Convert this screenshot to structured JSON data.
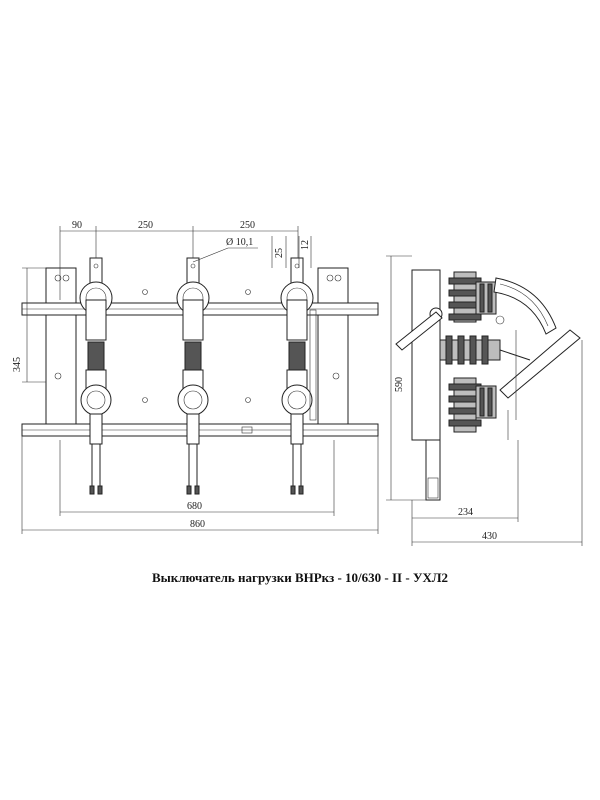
{
  "dimensions": {
    "d90": "90",
    "d250a": "250",
    "d250b": "250",
    "dia": "Ø 10,1",
    "d25": "25",
    "d12": "12",
    "d345": "345",
    "d680": "680",
    "d860": "860",
    "d590": "590",
    "d234": "234",
    "d430": "430"
  },
  "caption": "Выключатель нагрузки ВНРкз - 10/630 - II - УХЛ2"
}
